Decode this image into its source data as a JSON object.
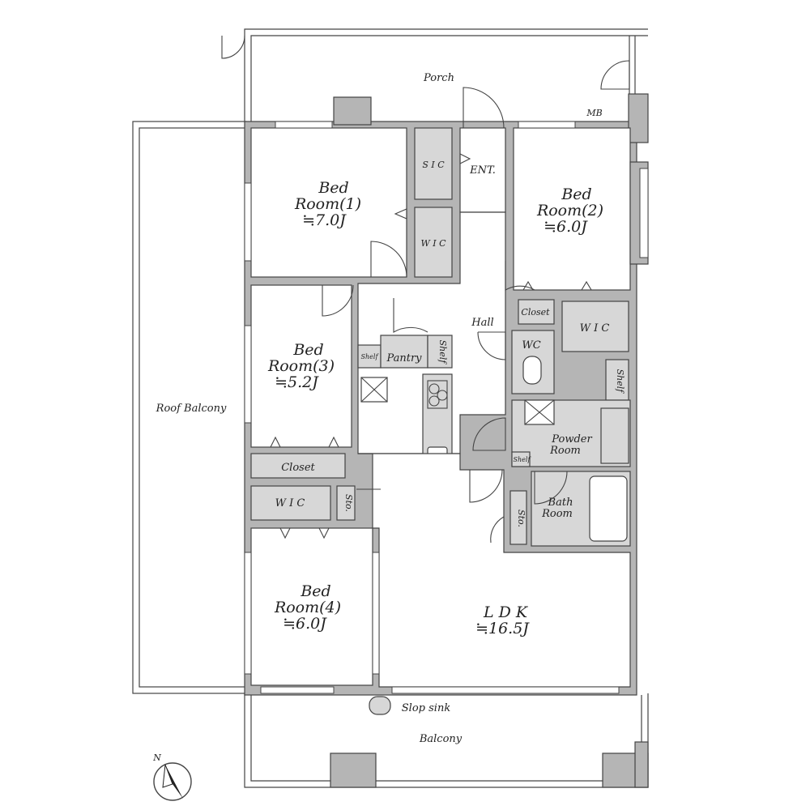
{
  "rooms": {
    "porch": "Porch",
    "mb": "MB",
    "sic": "S I C",
    "ent": "ENT.",
    "bedroom1": {
      "name": "Bed",
      "name2": "Room(1)",
      "size": "≒7.0J"
    },
    "bedroom2": {
      "name": "Bed",
      "name2": "Room(2)",
      "size": "≒6.0J"
    },
    "bedroom3": {
      "name": "Bed",
      "name2": "Room(3)",
      "size": "≒5.2J"
    },
    "bedroom4": {
      "name": "Bed",
      "name2": "Room(4)",
      "size": "≒6.0J"
    },
    "wic_top": "W I C",
    "wic_right": "W I C",
    "wic_left": "W I C",
    "closet_right": "Closet",
    "closet_left": "Closet",
    "hall": "Hall",
    "wc": "WC",
    "pantry": "Pantry",
    "shelf_pantry_left": "Shelf",
    "shelf_pantry_right": "Shelf",
    "shelf_right": "Shelf",
    "shelf_powder": "Shelf",
    "powder": {
      "name": "Powder",
      "name2": "Room"
    },
    "bath": {
      "name": "Bath",
      "name2": "Room"
    },
    "sto_left": "Sto.",
    "sto_right": "Sto.",
    "ldk": {
      "name": "L D K",
      "size": "≒16.5J"
    },
    "roof_balcony": "Roof Balcony",
    "slop_sink": "Slop sink",
    "balcony": "Balcony"
  },
  "compass": {
    "label": "N"
  }
}
